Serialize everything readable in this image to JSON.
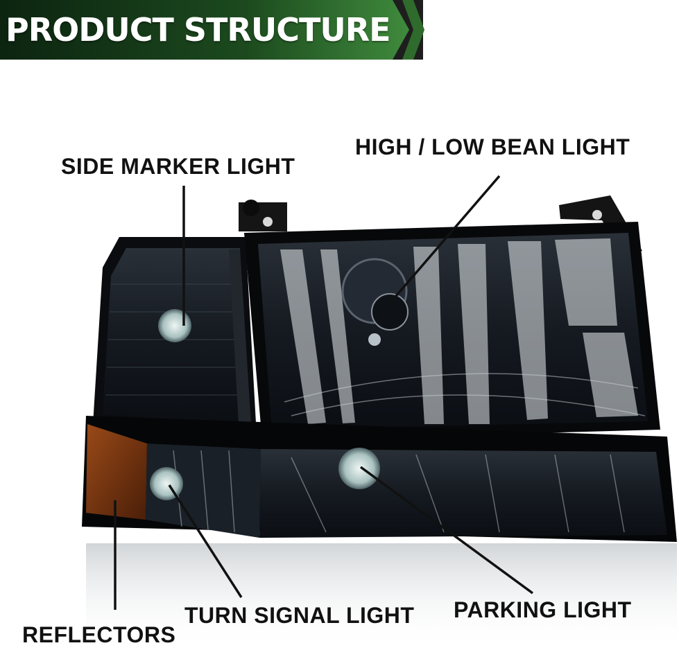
{
  "banner": {
    "title": "PRODUCT STRUCTURE",
    "color_dark": "#0c2410",
    "color_light": "#3f8a3c",
    "band_color": "#1e1e1e"
  },
  "labels": {
    "side_marker": "SIDE MARKER LIGHT",
    "high_low_beam": "HIGH / LOW BEAN LIGHT",
    "reflectors": "REFLECTORS",
    "turn_signal": "TURN SIGNAL LIGHT",
    "parking": "PARKING LIGHT"
  },
  "colors": {
    "lens_smoke": "#1b1f26",
    "housing_black": "#0a0a0c",
    "reflector_amber": "#7a3a12",
    "bulb_white": "#d8e6e4",
    "label_text": "#111111"
  },
  "icons": {
    "banner_arrow": "chevron-right-icon"
  }
}
